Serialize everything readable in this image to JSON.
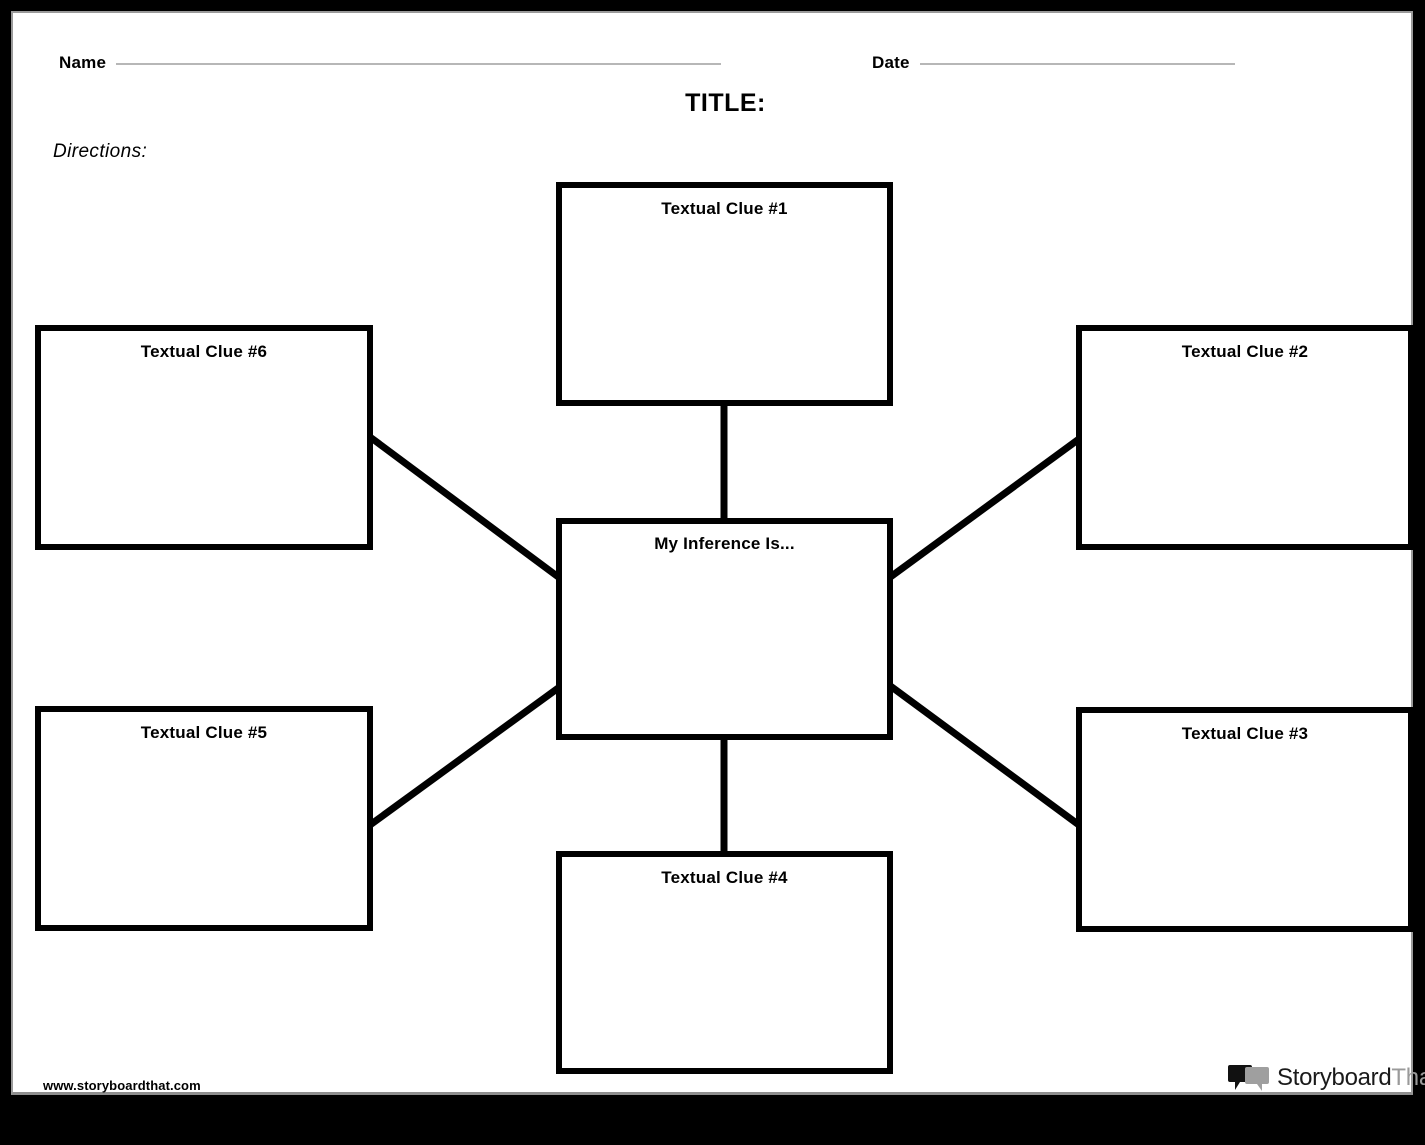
{
  "document": {
    "type": "graphic-organizer-worksheet",
    "title": "TITLE:",
    "directions_label": "Directions:"
  },
  "header": {
    "name_label": "Name",
    "name_value": "",
    "date_label": "Date",
    "date_value": "",
    "rule_color": "#b7b7b7"
  },
  "diagram": {
    "center": {
      "label": "My Inference Is...",
      "value": ""
    },
    "clues": [
      {
        "id": "clue1",
        "label": "Textual Clue #1",
        "value": "",
        "position": "top"
      },
      {
        "id": "clue2",
        "label": "Textual Clue #2",
        "value": "",
        "position": "top-right"
      },
      {
        "id": "clue3",
        "label": "Textual Clue #3",
        "value": "",
        "position": "bottom-right"
      },
      {
        "id": "clue4",
        "label": "Textual Clue #4",
        "value": "",
        "position": "bottom"
      },
      {
        "id": "clue5",
        "label": "Textual Clue #5",
        "value": "",
        "position": "bottom-left"
      },
      {
        "id": "clue6",
        "label": "Textual Clue #6",
        "value": "",
        "position": "top-left"
      }
    ],
    "connector_color": "#000000",
    "box_border_color": "#000000"
  },
  "footer": {
    "url": "www.storyboardthat.com",
    "brand_primary": "Storyboard",
    "brand_secondary": "That",
    "brand_primary_color": "#1a1a1a",
    "brand_secondary_color": "#9a9a9a"
  }
}
